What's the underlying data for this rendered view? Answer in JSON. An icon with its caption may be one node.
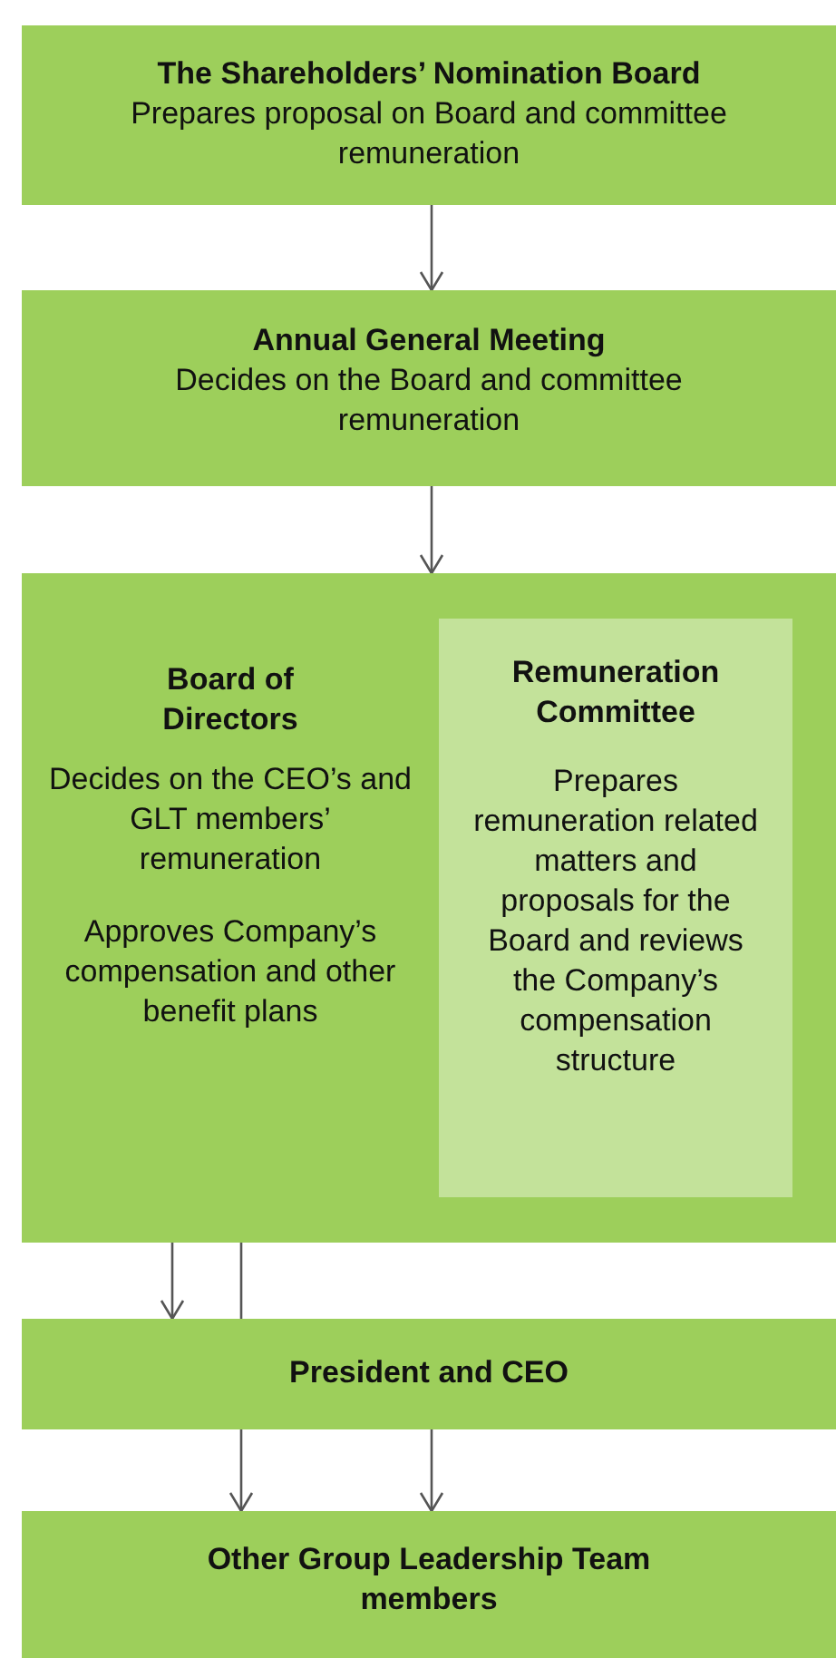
{
  "diagram": {
    "nodes": [
      {
        "text": [
          "The Shareholders’ Nomination Board",
          "Prepares proposal on Board and committee remuneration"
        ]
      },
      {
        "text": [
          "Annual General Meeting",
          "Decides on the Board and committee remuneration"
        ]
      },
      {
        "text": [
          "Board of Directors",
          "Decides on the CEO’s and GLT members’ remuneration",
          "Approves Company’s compensation and other benefit plans"
        ]
      },
      {
        "text": [
          "Remuneration Committee",
          "Prepares remuneration related matters and proposals for the Board and reviews the Company’s compensation structure"
        ],
        "in": 2
      },
      {
        "text": [
          "President and CEO"
        ]
      },
      {
        "text": [
          "Other Group Leadership Team members"
        ]
      }
    ],
    "edges": [
      {
        "from": 0,
        "to": 1,
        "arrow": "to"
      },
      {
        "from": 1,
        "to": 2,
        "arrow": "to"
      },
      {
        "from": 2,
        "to": 4,
        "arrow": "to"
      },
      {
        "from": 2,
        "to": 4,
        "arrow": "none"
      },
      {
        "from": 4,
        "to": 5,
        "arrow": "to"
      },
      {
        "from": 4,
        "to": 5,
        "arrow": "to"
      }
    ]
  }
}
